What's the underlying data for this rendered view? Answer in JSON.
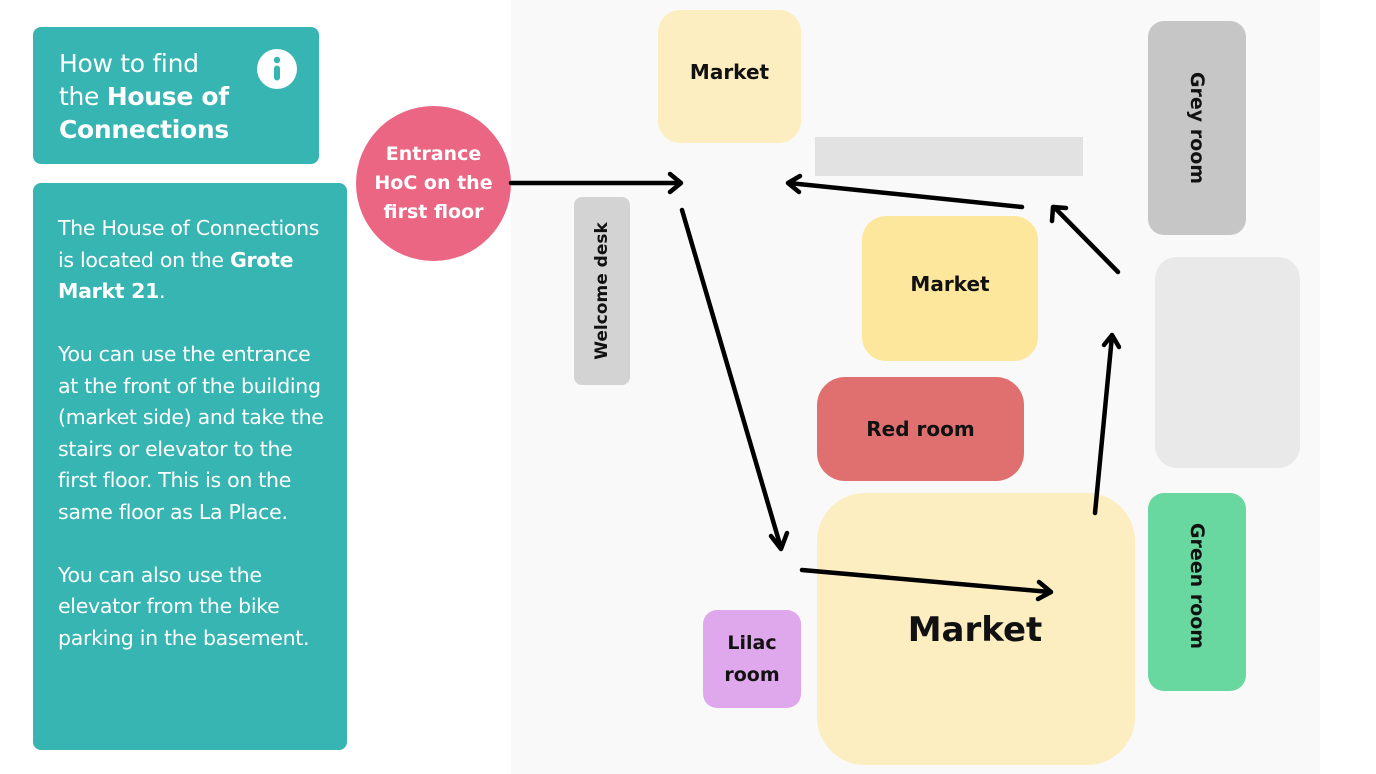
{
  "title_card": {
    "line1": "How to find",
    "line2_prefix": "the ",
    "line2_bold": "House of",
    "line3_bold": "Connections",
    "icon": "info-icon"
  },
  "info_card": {
    "p1_prefix": "The House of Connections is located on the ",
    "p1_bold": "Grote Markt 21",
    "p1_suffix": ".",
    "p2": "You can use the entrance at the front of the building (market side) and take the stairs or elevator to the first floor. This is on the same floor as La Place.",
    "p3": "You can also use the elevator from the bike parking in the basement."
  },
  "map": {
    "entrance": {
      "label": "Entrance HoC on the first floor",
      "color": "#ea6683"
    },
    "rooms": [
      {
        "id": "market-top",
        "label": "Market",
        "color": "#fdeec1"
      },
      {
        "id": "welcome-desk",
        "label": "Welcome desk",
        "color": "#d3d3d3"
      },
      {
        "id": "unlabeled-bar",
        "label": "",
        "color": "#e2e2e2"
      },
      {
        "id": "grey-room",
        "label": "Grey room",
        "color": "#c6c6c6"
      },
      {
        "id": "market-middle",
        "label": "Market",
        "color": "#fde79d"
      },
      {
        "id": "unlabeled-block",
        "label": "",
        "color": "#e9e9e9"
      },
      {
        "id": "red-room",
        "label": "Red room",
        "color": "#e07070"
      },
      {
        "id": "market-main",
        "label": "Market",
        "color": "#fdeec1"
      },
      {
        "id": "green-room",
        "label": "Green room",
        "color": "#68d7a0"
      },
      {
        "id": "lilac-room",
        "label": "Lilac room",
        "color": "#e0a8ec"
      }
    ],
    "route_color": "#000000"
  }
}
